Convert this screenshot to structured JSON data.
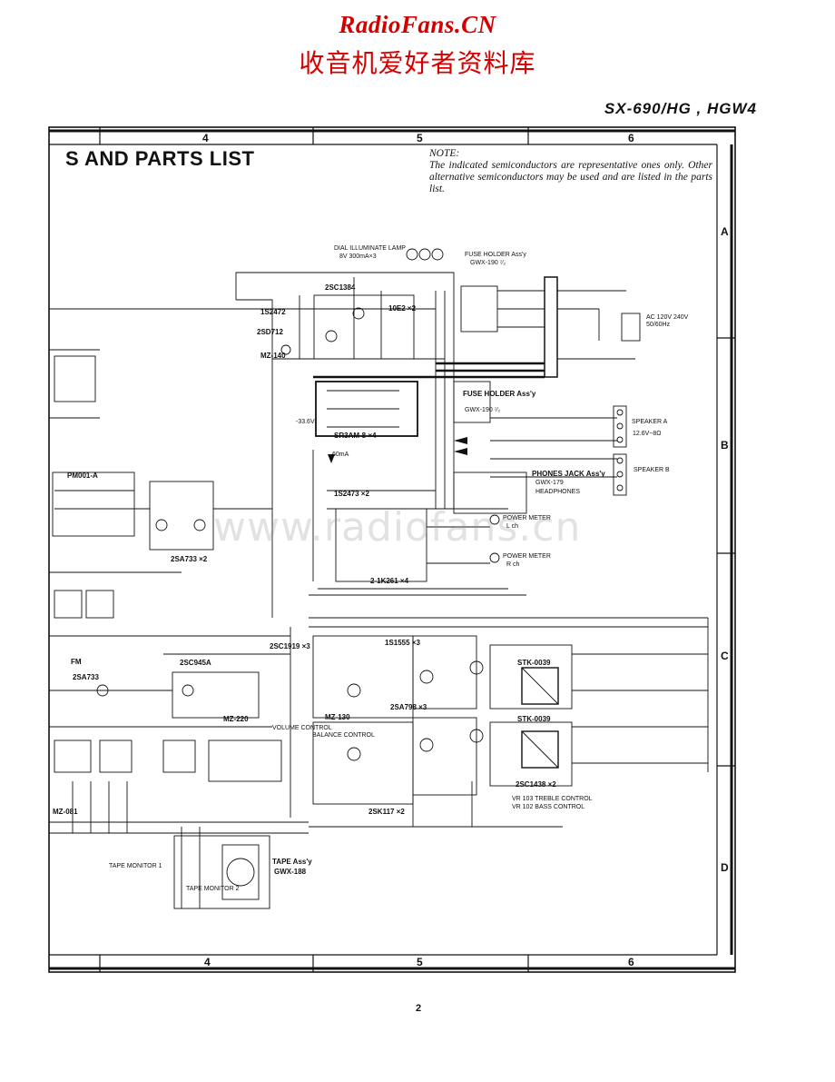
{
  "header": {
    "site_title": "RadioFans.CN",
    "site_subtitle": "收音机爱好者资料库",
    "model": "SX-690/HG , HGW4"
  },
  "section": {
    "heading": "S AND PARTS LIST",
    "note_title": "NOTE:",
    "note_body": "The indicated semiconductors are representative ones only. Other alternative semiconductors may be used and are listed in the parts list."
  },
  "grid": {
    "columns": [
      "4",
      "5",
      "6"
    ],
    "rows": [
      "A",
      "B",
      "C",
      "D"
    ]
  },
  "labels": {
    "dial_lamp": "DIAL ILLUMINATE LAMP",
    "dial_lamp_spec": "8V 300mA×3",
    "fuse_holder": "FUSE HOLDER Ass'y",
    "fuse_holder_no": "GWX-190 ⁷⁄₂",
    "fuse_holder2": "FUSE HOLDER Ass'y",
    "fuse_holder2_no": "GWX-190 ⁷⁄₂",
    "ac": "AC 120V 240V 50/60Hz",
    "speaker_a": "SPEAKER A",
    "speaker_a_spec": "12.6V~8Ω",
    "speaker_b": "SPEAKER B",
    "phones": "PHONES JACK Ass'y",
    "phones_no": "GWX-179",
    "headphones": "HEADPHONES",
    "power_meter_l": "POWER METER",
    "power_meter_l_ch": "L ch",
    "power_meter_r": "POWER METER",
    "power_meter_r_ch": "R ch",
    "q_2sc1384": "2SC1384",
    "q_1s2472": "1S2472",
    "q_2sd712": "2SD712",
    "q_mz140": "MZ-140",
    "q_10e2": "10E2 ×2",
    "q_1s2473": "1S2473 ×2",
    "q_sr3am": "SR3AM-8 ×4",
    "q_2k261": "2-1K261 ×4",
    "q_pm001": "PM001-A",
    "q_2sa733": "2SA733",
    "q_2sa733_2": "2SA733 ×2",
    "q_2sc945a": "2SC945A",
    "q_mz220": "MZ-220",
    "q_2sc1919": "2SC1919 ×3",
    "q_1s1555": "1S1555 ×3",
    "q_2sa798": "2SA798 ×3",
    "q_mz130": "MZ-130",
    "q_stk0039": "STK-0039",
    "q_stk0039b": "STK-0039",
    "q_2sc1438": "2SC1438 ×2",
    "q_2sk117": "2SK117 ×2",
    "q_mz081": "MZ-081",
    "vr_treble": "VR 103 TREBLE CONTROL",
    "vr_bass": "VR 102 BASS CONTROL",
    "vr_balance": "BALANCE CONTROL",
    "vr_volume": "VOLUME CONTROL",
    "tape_assy": "TAPE Ass'y",
    "tape_no": "GWX-188",
    "tape_monitor1": "TAPE MONITOR 1",
    "tape_monitor2": "TAPE MONITOR 2",
    "v_46": "-33.6V",
    "ma_60": "60mA",
    "fm": "FM"
  },
  "page": {
    "number": "2"
  },
  "watermark": "www.radiofans.cn"
}
